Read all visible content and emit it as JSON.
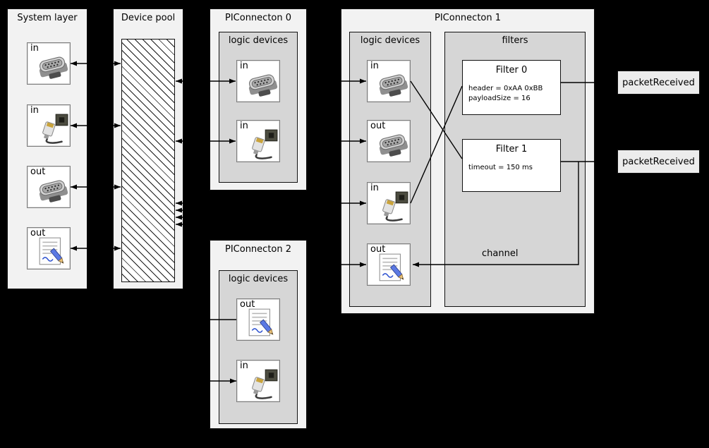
{
  "colors": {
    "background": "#000000",
    "panel_bg": "#f2f2f2",
    "group_bg": "#d6d6d6",
    "device_bg": "#ffffff",
    "event_bg": "#ececec",
    "wire": "#000000"
  },
  "system_layer": {
    "title": "System layer",
    "devices": [
      {
        "label": "in",
        "icon": "serial-icon"
      },
      {
        "label": "in",
        "icon": "ethernet-icon"
      },
      {
        "label": "out",
        "icon": "serial-icon"
      },
      {
        "label": "out",
        "icon": "script-icon"
      }
    ]
  },
  "device_pool": {
    "title": "Device pool"
  },
  "piconnecton0": {
    "title": "PIConnecton 0",
    "group": "logic devices",
    "devices": [
      {
        "label": "in",
        "icon": "serial-icon"
      },
      {
        "label": "in",
        "icon": "ethernet-icon"
      }
    ]
  },
  "piconnecton1": {
    "title": "PIConnecton 1",
    "devices_group": "logic devices",
    "filters_group": "filters",
    "devices": [
      {
        "label": "in",
        "icon": "serial-icon"
      },
      {
        "label": "out",
        "icon": "serial-icon"
      },
      {
        "label": "in",
        "icon": "ethernet-icon"
      },
      {
        "label": "out",
        "icon": "script-icon"
      }
    ],
    "filters": [
      {
        "title": "Filter 0",
        "params": [
          "header = 0xAA 0xBB",
          "payloadSize = 16"
        ]
      },
      {
        "title": "Filter 1",
        "params": [
          "timeout = 150 ms"
        ]
      }
    ],
    "channel_label": "channel"
  },
  "piconnecton2": {
    "title": "PIConnecton 2",
    "group": "logic devices",
    "devices": [
      {
        "label": "out",
        "icon": "script-icon"
      },
      {
        "label": "in",
        "icon": "ethernet-icon"
      }
    ]
  },
  "events": [
    {
      "label": "packetReceived"
    },
    {
      "label": "packetReceived"
    }
  ]
}
